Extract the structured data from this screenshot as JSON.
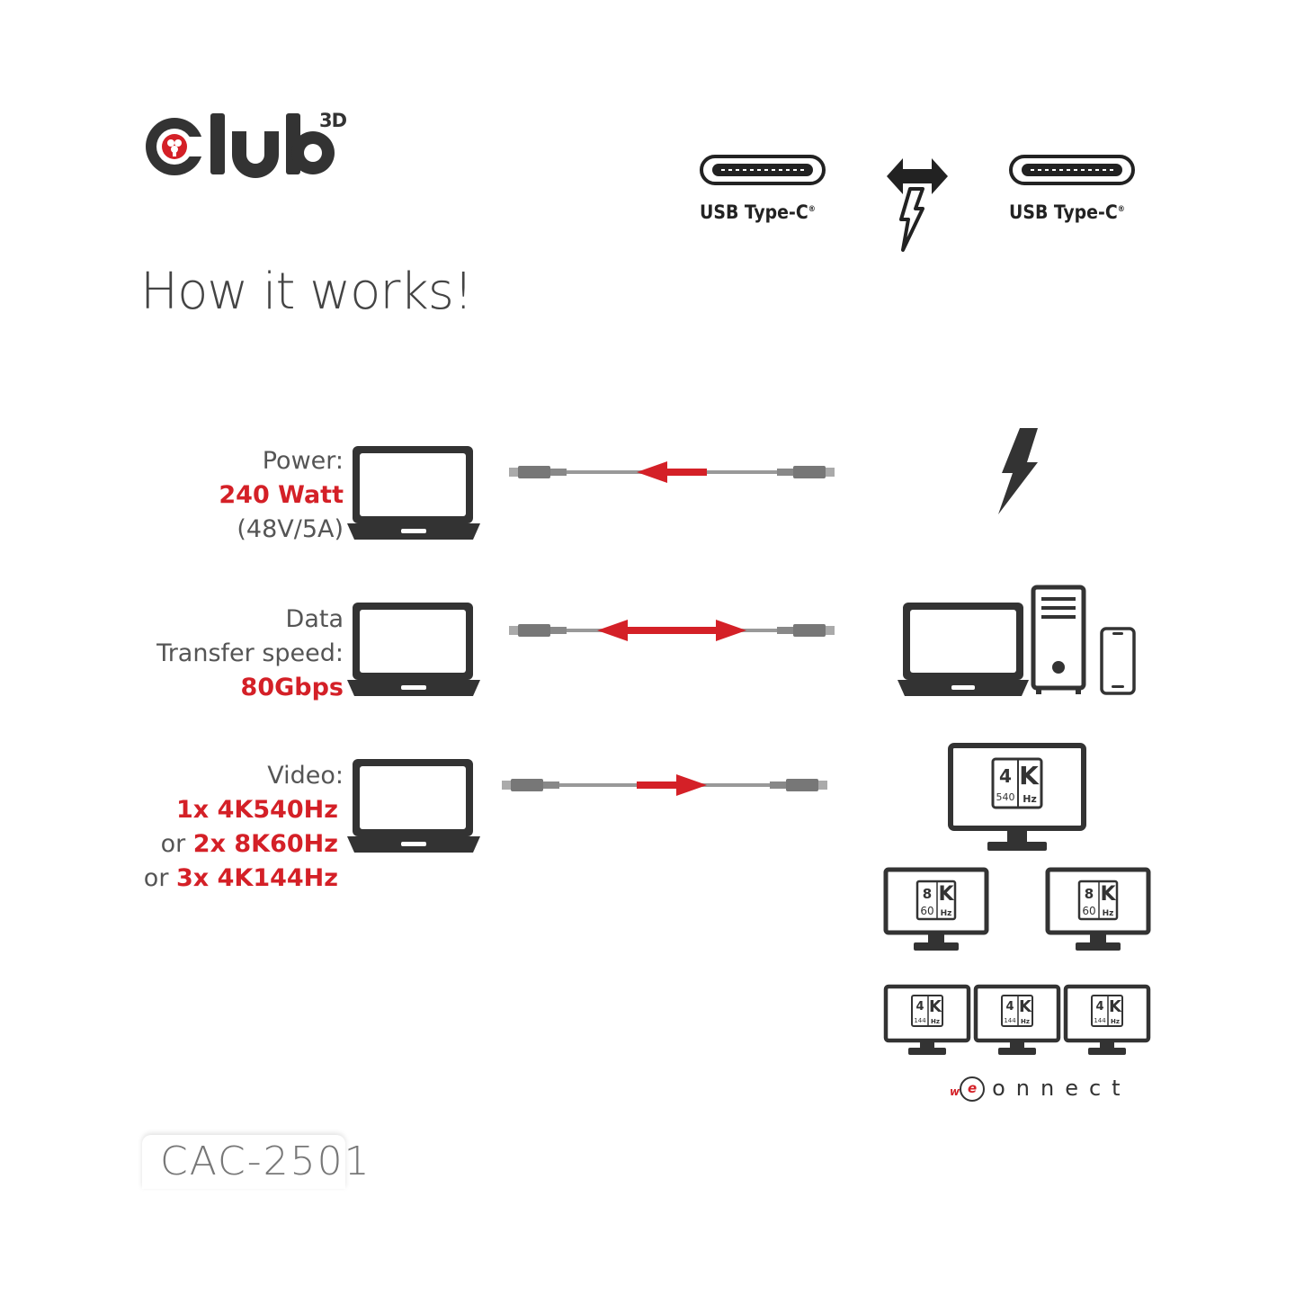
{
  "brand": {
    "logo_text": "Club",
    "logo_sup": "3D",
    "colors": {
      "accent": "#d42027",
      "dark": "#333333",
      "text": "#555555"
    }
  },
  "title": "How it works!",
  "connectors": {
    "left_label": "USB Type-C",
    "right_label": "USB Type-C",
    "trademark": "®"
  },
  "features": {
    "power": {
      "label": "Power:",
      "value": "240 Watt",
      "detail": "(48V/5A)"
    },
    "data": {
      "label_line1": "Data",
      "label_line2": "Transfer speed:",
      "value": "80Gbps"
    },
    "video": {
      "label": "Video:",
      "option1": "1x 4K540Hz",
      "or": "or",
      "option2": "2x 8K60Hz",
      "option3": "3x 4K144Hz"
    }
  },
  "badges": {
    "single": {
      "res": "4",
      "k": "K",
      "hz": "540",
      "hz_unit": "Hz"
    },
    "dual": {
      "res": "8",
      "k": "K",
      "hz": "60",
      "hz_unit": "Hz"
    },
    "triple": {
      "res": "4",
      "k": "K",
      "hz": "144",
      "hz_unit": "Hz"
    }
  },
  "footer": {
    "model": "CAC-2501",
    "wec_w": "w",
    "wec_e": "e",
    "wec_rest": "onnect"
  }
}
